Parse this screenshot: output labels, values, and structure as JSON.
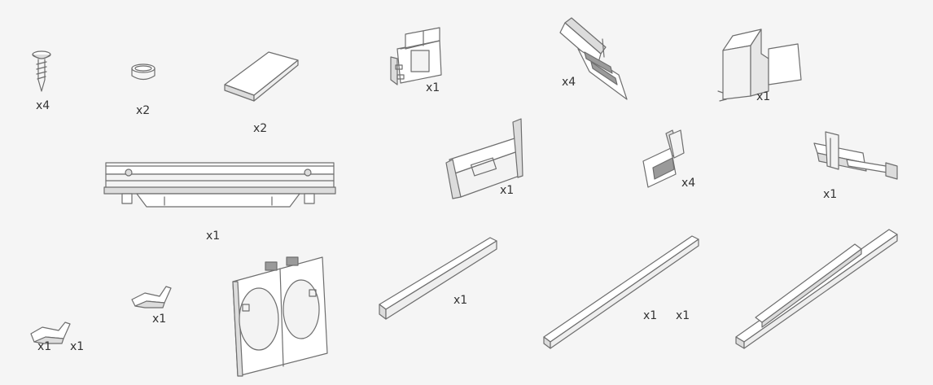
{
  "colors": {
    "background": "#f5f5f5",
    "outline": "#6e6e6e",
    "fill_light": "#ffffff",
    "fill_shade": "#dcdcdc",
    "text": "#333333"
  },
  "parts": [
    {
      "icon": "screw-icon",
      "qty": "x4"
    },
    {
      "icon": "washer-ring-icon",
      "qty": "x2"
    },
    {
      "icon": "pad-icon",
      "qty": "x2"
    },
    {
      "icon": "slider-bracket-icon",
      "qty": "x1"
    },
    {
      "icon": "angled-clip-icon",
      "qty": "x4"
    },
    {
      "icon": "corner-bracket-icon",
      "qty": "x1"
    },
    {
      "icon": "long-rail-icon",
      "qty": "x1"
    },
    {
      "icon": "end-cap-icon",
      "qty": "x1"
    },
    {
      "icon": "small-clip-icon",
      "qty": "x4"
    },
    {
      "icon": "latch-arm-icon",
      "qty": "x1"
    },
    {
      "icon": "bent-clip-small-icon",
      "qty": "x1"
    },
    {
      "icon": "bent-clip-icon",
      "qty": "x1"
    },
    {
      "icon": "bent-clip-icon-2",
      "qty": "x1"
    },
    {
      "icon": "double-plate-icon",
      "qty": ""
    },
    {
      "icon": "short-strip-icon",
      "qty": "x1"
    },
    {
      "icon": "long-strip-icon",
      "qty": "x1"
    },
    {
      "icon": "long-strip-icon-2",
      "qty": "x1"
    },
    {
      "icon": "double-strip-icon",
      "qty": ""
    }
  ]
}
